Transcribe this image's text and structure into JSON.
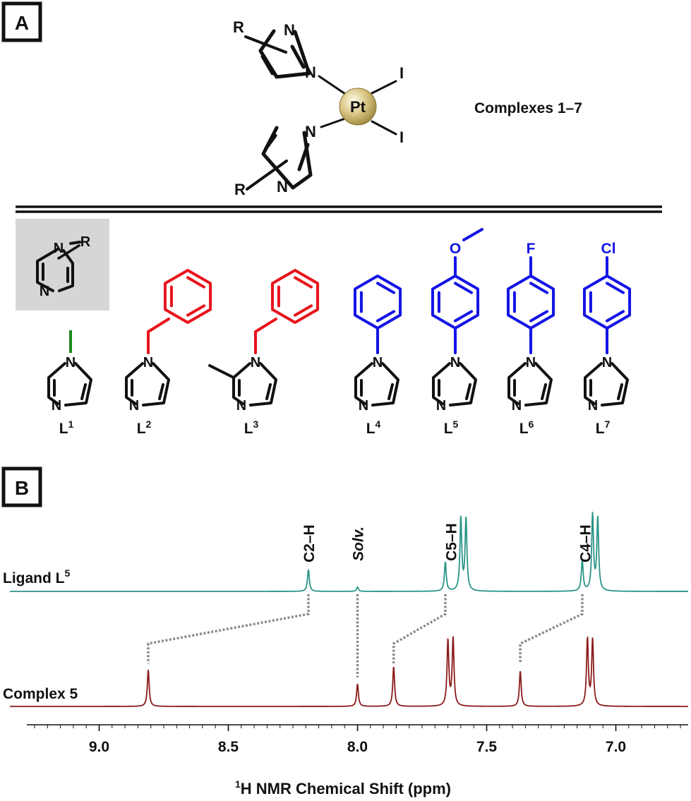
{
  "panel_a": {
    "label": "A",
    "complex": {
      "metal": "Pt",
      "ligand_top": {
        "n1": "N",
        "n3": "N",
        "r": "R"
      },
      "ligand_bottom": {
        "n1": "N",
        "n3": "N",
        "r": "R"
      },
      "halide_top": "I",
      "halide_bottom": "I",
      "caption": "Complexes 1–7",
      "metal_color": "#d6c27e"
    },
    "generic": {
      "n_top": "N",
      "n_bottom": "N",
      "r": "R"
    },
    "ligands": [
      {
        "label": "L",
        "sup": "1",
        "n1": "N",
        "n3": "N",
        "color": "#1a8a1a"
      },
      {
        "label": "L",
        "sup": "2",
        "n1": "N",
        "n3": "N",
        "color": "#e8141c"
      },
      {
        "label": "L",
        "sup": "3",
        "n1": "N",
        "n3": "N",
        "color": "#e8141c"
      },
      {
        "label": "L",
        "sup": "4",
        "n1": "N",
        "n3": "N",
        "color": "#1414e6"
      },
      {
        "label": "L",
        "sup": "5",
        "n1": "N",
        "n3": "N",
        "substituent": "O",
        "color": "#1414e6"
      },
      {
        "label": "L",
        "sup": "6",
        "n1": "N",
        "n3": "N",
        "substituent": "F",
        "color": "#1414e6"
      },
      {
        "label": "L",
        "sup": "7",
        "n1": "N",
        "n3": "N",
        "substituent": "Cl",
        "color": "#1414e6"
      }
    ]
  },
  "panel_b": {
    "label": "B",
    "spectra": [
      {
        "name": "Ligand L",
        "sup": "5",
        "color": "#2a9486"
      },
      {
        "name": "Complex 5",
        "color": "#8b1a1a"
      }
    ],
    "peak_labels": [
      {
        "text": "C2–H",
        "italic": false
      },
      {
        "text": "Solv.",
        "italic": true
      },
      {
        "text": "C5–H",
        "italic": false
      },
      {
        "text": "C4–H",
        "italic": false
      }
    ],
    "xlabel_sup": "1",
    "xlabel": "H NMR Chemical Shift (ppm)"
  },
  "chart_data": {
    "type": "line",
    "xlabel": "1H NMR Chemical Shift (ppm)",
    "xlim": [
      9.28,
      6.72
    ],
    "x_reversed": true,
    "xticks": [
      "9.0",
      "8.5",
      "8.0",
      "7.5",
      "7.0"
    ],
    "series": [
      {
        "name": "Ligand L5",
        "peaks": [
          {
            "shift": 8.19,
            "height": 0.3
          },
          {
            "shift": 8.0,
            "height": 0.06
          },
          {
            "shift": 7.66,
            "height": 0.4
          },
          {
            "shift": 7.6,
            "height": 1.0
          },
          {
            "shift": 7.58,
            "height": 1.0
          },
          {
            "shift": 7.13,
            "height": 0.42
          },
          {
            "shift": 7.09,
            "height": 1.05
          },
          {
            "shift": 7.07,
            "height": 1.0
          }
        ]
      },
      {
        "name": "Complex 5",
        "peaks": [
          {
            "shift": 8.81,
            "height": 0.57
          },
          {
            "shift": 8.0,
            "height": 0.35
          },
          {
            "shift": 7.86,
            "height": 0.62
          },
          {
            "shift": 7.65,
            "height": 1.02
          },
          {
            "shift": 7.63,
            "height": 1.05
          },
          {
            "shift": 7.37,
            "height": 0.55
          },
          {
            "shift": 7.11,
            "height": 1.05
          },
          {
            "shift": 7.09,
            "height": 1.03
          }
        ]
      }
    ],
    "correlations": [
      {
        "label": "C2–H",
        "from": 8.19,
        "to": 8.81
      },
      {
        "label": "Solv.",
        "from": 8.0,
        "to": 8.0
      },
      {
        "label": "C5–H",
        "from": 7.66,
        "to": 7.86
      },
      {
        "label": "C4–H",
        "from": 7.13,
        "to": 7.37
      }
    ]
  }
}
